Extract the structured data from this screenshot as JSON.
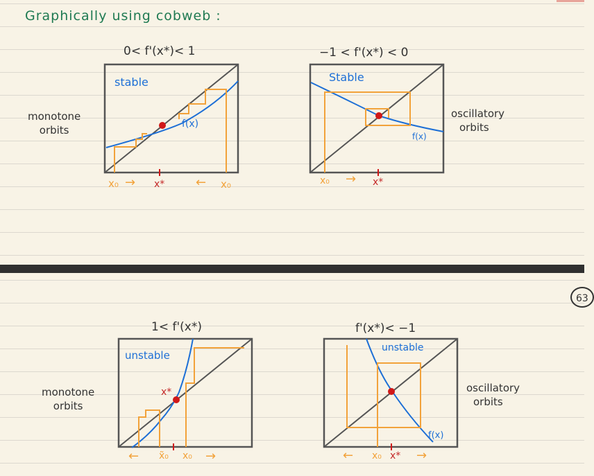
{
  "top": {
    "heading": "Graphically using cobweb :",
    "left_label": [
      "monotone",
      "orbits"
    ],
    "right_label": [
      "oscillatory",
      "orbits"
    ],
    "plot1": {
      "condition": "0< f'(x*)< 1",
      "stability": "stable",
      "curve": "f(x)",
      "x0_left": "x₀",
      "arrow_right": "→",
      "xstar": "x*",
      "arrow_left": "←",
      "x0_right": "x₀"
    },
    "plot2": {
      "condition": "−1 < f'(x*) < 0",
      "stability": "Stable",
      "curve": "f(x)",
      "x0": "x₀",
      "arrow_right": "→",
      "xstar": "x*"
    }
  },
  "bottom": {
    "page_number": "63",
    "left_label": [
      "monotone",
      "orbits"
    ],
    "right_label": [
      "oscillatory",
      "orbits"
    ],
    "plot3": {
      "condition": "1< f'(x*)",
      "stability": "unstable",
      "xstar": "x*",
      "arrow_left": "←",
      "x0_tilde": "x̃₀",
      "x0": "x₀",
      "arrow_right": "→"
    },
    "plot4": {
      "condition": "f'(x*)< −1",
      "stability": "unstable",
      "curve": "f(x)",
      "arrow_left": "←",
      "x0": "x₀",
      "xstar": "x*",
      "arrow_right": "→"
    }
  },
  "colors": {
    "heading": "#1f7a52",
    "curve": "#1d6fd6",
    "orbit": "#f2a23a",
    "fixed_point": "#d01818",
    "frame": "#555555",
    "separator": "#303030",
    "paper": "#f8f3e6"
  }
}
